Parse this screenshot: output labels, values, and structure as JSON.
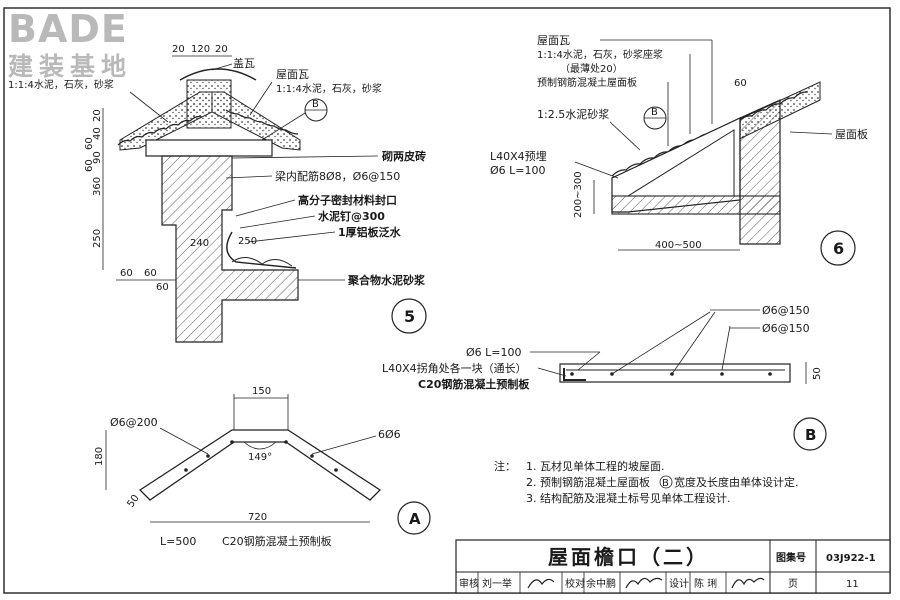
{
  "watermark": {
    "brand": "BADE",
    "subtitle": "建装基地"
  },
  "title_block": {
    "title": "屋面檐口（二）",
    "atlas_label": "图集号",
    "atlas_no": "03J922-1",
    "review_label": "审核",
    "reviewer": "刘一举",
    "check_label": "校对",
    "checker": "余中鹏",
    "design_label": "设计",
    "designer": "陈 琍",
    "page_label": "页",
    "page_no": "11"
  },
  "detail5": {
    "number": "5",
    "callout_B": "B",
    "dim_top": "20",
    "dim_mid": "120",
    "dim_top2": "20",
    "dims_left": [
      "20",
      "40",
      "60",
      "90",
      "60",
      "360",
      "250"
    ],
    "dims_bottom": [
      "60",
      "60",
      "60"
    ],
    "dim_240": "240",
    "dim_250": "250",
    "labels": {
      "cap_tile": "盖瓦",
      "roof_tile": "屋面瓦",
      "mortar_right": "1:1:4水泥，石灰，砂浆",
      "mortar_left": "1:1:4水泥，石灰，砂浆",
      "brick": "砌两皮砖",
      "beam_rebar": "梁内配筋8Ø8，Ø6@150",
      "seal": "高分子密封材料封口",
      "nail": "水泥钉@300",
      "flashing": "1厚铝板泛水",
      "polymer": "聚合物水泥砂浆"
    }
  },
  "detail6": {
    "number": "6",
    "callout_B": "B",
    "dim_60": "60",
    "dim_200_300": "200~300",
    "dim_400_500": "400~500",
    "labels": {
      "roof_tile": "屋面瓦",
      "mortar": "1:1:4水泥，石灰，砂浆座浆",
      "mortar_note": "（最薄处20）",
      "slab": "预制钢筋混凝土屋面板",
      "cement": "1:2.5水泥砂浆",
      "embed": "L40X4预埋",
      "bar": "Ø6 L=100",
      "roof_board": "屋面板"
    }
  },
  "detailB": {
    "number": "B",
    "labels": {
      "rebar1": "Ø6@150",
      "rebar2": "Ø6@150",
      "bar": "Ø6  L=100",
      "angle": "L40X4拐角处各一块（通长）",
      "panel": "C20钢筋混凝土预制板"
    },
    "dim_50": "50"
  },
  "detailA": {
    "number": "A",
    "dim_150": "150",
    "dim_180": "180",
    "dim_50": "50",
    "dim_720": "720",
    "angle": "149°",
    "rebar1": "Ø6@200",
    "rebar2": "6Ø6",
    "caption_L": "L=500",
    "caption_panel": "C20钢筋混凝土预制板"
  },
  "notes": {
    "label": "注：",
    "items": [
      "1. 瓦材见单体工程的坡屋面.",
      "2. 预制钢筋混凝土屋面板",
      "3. 结构配筋及混凝土标号见单体工程设计."
    ],
    "item2_tail": "宽度及长度由单体设计定.",
    "item2_circle": "B"
  }
}
